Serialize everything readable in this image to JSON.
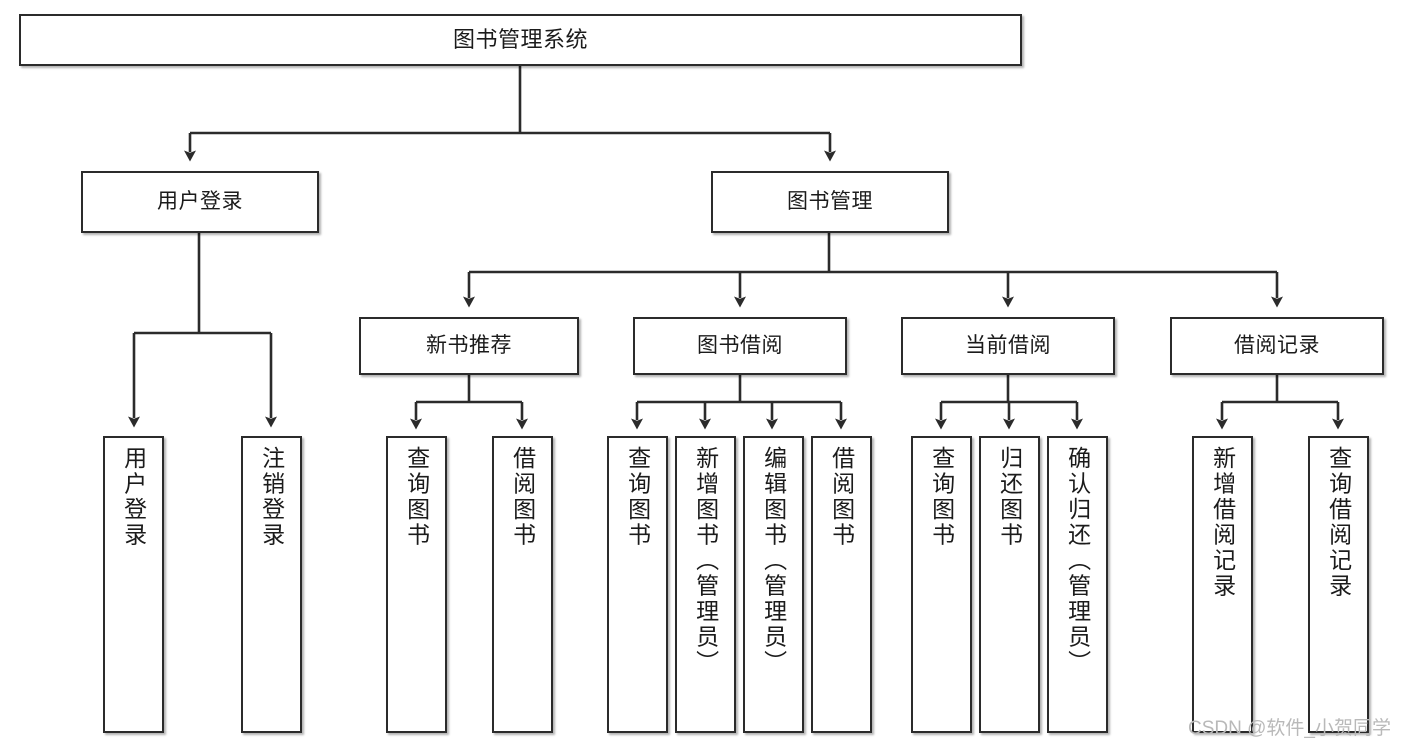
{
  "diagram": {
    "type": "tree-hierarchy-flowchart",
    "title": "图书管理系统",
    "root": {
      "label": "图书管理系统"
    },
    "level1": [
      {
        "id": "user-login",
        "label": "用户登录"
      },
      {
        "id": "book-management",
        "label": "图书管理"
      }
    ],
    "level2": [
      {
        "id": "new-book-recommend",
        "label": "新书推荐",
        "parent": "book-management"
      },
      {
        "id": "book-borrow",
        "label": "图书借阅",
        "parent": "book-management"
      },
      {
        "id": "current-borrow",
        "label": "当前借阅",
        "parent": "book-management"
      },
      {
        "id": "borrow-record",
        "label": "借阅记录",
        "parent": "book-management"
      }
    ],
    "leaves": [
      {
        "id": "leaf-user-login",
        "label": "用户登录",
        "parent": "user-login"
      },
      {
        "id": "leaf-logout",
        "label": "注销登录",
        "parent": "user-login"
      },
      {
        "id": "leaf-query-book-1",
        "label": "查询图书",
        "parent": "new-book-recommend"
      },
      {
        "id": "leaf-borrow-book-1",
        "label": "借阅图书",
        "parent": "new-book-recommend"
      },
      {
        "id": "leaf-query-book-2",
        "label": "查询图书",
        "parent": "book-borrow"
      },
      {
        "id": "leaf-add-book",
        "label": "新增图书（管理员）",
        "parent": "book-borrow"
      },
      {
        "id": "leaf-edit-book",
        "label": "编辑图书（管理员）",
        "parent": "book-borrow"
      },
      {
        "id": "leaf-borrow-book-2",
        "label": "借阅图书",
        "parent": "book-borrow"
      },
      {
        "id": "leaf-query-book-3",
        "label": "查询图书",
        "parent": "current-borrow"
      },
      {
        "id": "leaf-return-book",
        "label": "归还图书",
        "parent": "current-borrow"
      },
      {
        "id": "leaf-confirm-return",
        "label": "确认归还（管理员）",
        "parent": "current-borrow"
      },
      {
        "id": "leaf-add-record",
        "label": "新增借阅记录",
        "parent": "borrow-record"
      },
      {
        "id": "leaf-query-record",
        "label": "查询借阅记录",
        "parent": "borrow-record"
      }
    ],
    "colors": {
      "border": "#2b2b2b",
      "fill": "#ffffff",
      "connector": "#2b2b2b",
      "watermark": "#b9b9b9"
    }
  },
  "watermark": {
    "text": "CSDN @软件_小贺同学"
  }
}
